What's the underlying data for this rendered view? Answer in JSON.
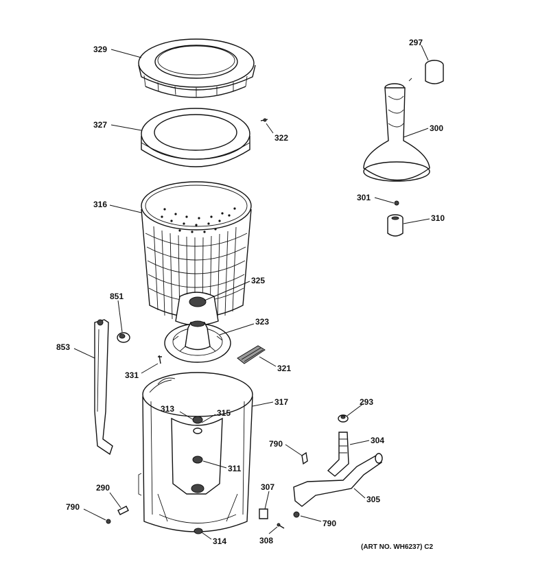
{
  "parts": {
    "p329": "329",
    "p327": "327",
    "p322": "322",
    "p316": "316",
    "p325": "325",
    "p297": "297",
    "p300": "300",
    "p301": "301",
    "p310": "310",
    "p851": "851",
    "p853": "853",
    "p323": "323",
    "p321": "321",
    "p331": "331",
    "p317": "317",
    "p313": "313",
    "p315": "315",
    "p293": "293",
    "p304": "304",
    "p790a": "790",
    "p311": "311",
    "p290": "290",
    "p790b": "790",
    "p307": "307",
    "p305": "305",
    "p790c": "790",
    "p314": "314",
    "p308": "308"
  },
  "art_number": "(ART NO. WH6237) C2"
}
